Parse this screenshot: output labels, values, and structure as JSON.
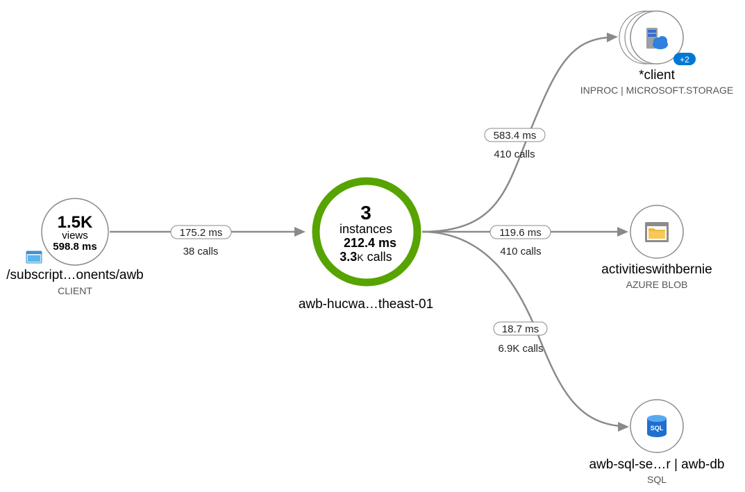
{
  "client_node": {
    "views_count": "1.5K",
    "views_label": "views",
    "duration": "598.8 ms",
    "name": "/subscript…onents/awb",
    "type": "CLIENT"
  },
  "app_node": {
    "instances_count": "3",
    "instances_label": "instances",
    "duration": "212.4 ms",
    "calls_num": "3.3",
    "calls_unit": "K",
    "calls_word": " calls",
    "name": "awb-hucwa…theast-01"
  },
  "storage_node": {
    "name": "*client",
    "type": "INPROC | MICROSOFT.STORAGE",
    "badge": "+2"
  },
  "blob_node": {
    "name": "activitieswithbernie",
    "type": "AZURE BLOB"
  },
  "sql_node": {
    "name": "awb-sql-se…r | awb-db",
    "type": "SQL",
    "icon_label": "SQL"
  },
  "edges": {
    "client_to_app": {
      "duration": "175.2 ms",
      "calls": "38 calls"
    },
    "app_to_storage": {
      "duration": "583.4 ms",
      "calls": "410 calls"
    },
    "app_to_blob": {
      "duration": "119.6 ms",
      "calls": "410 calls"
    },
    "app_to_sql": {
      "duration": "18.7 ms",
      "calls": "6.9K calls"
    }
  },
  "colors": {
    "health_ring": "#57a300",
    "badge": "#0078d4",
    "edge": "#8a8a8a"
  },
  "icons": {
    "client": "browser-window-icon",
    "storage": "storage-cloud-icon",
    "blob": "blob-folder-icon",
    "sql": "sql-database-icon"
  }
}
